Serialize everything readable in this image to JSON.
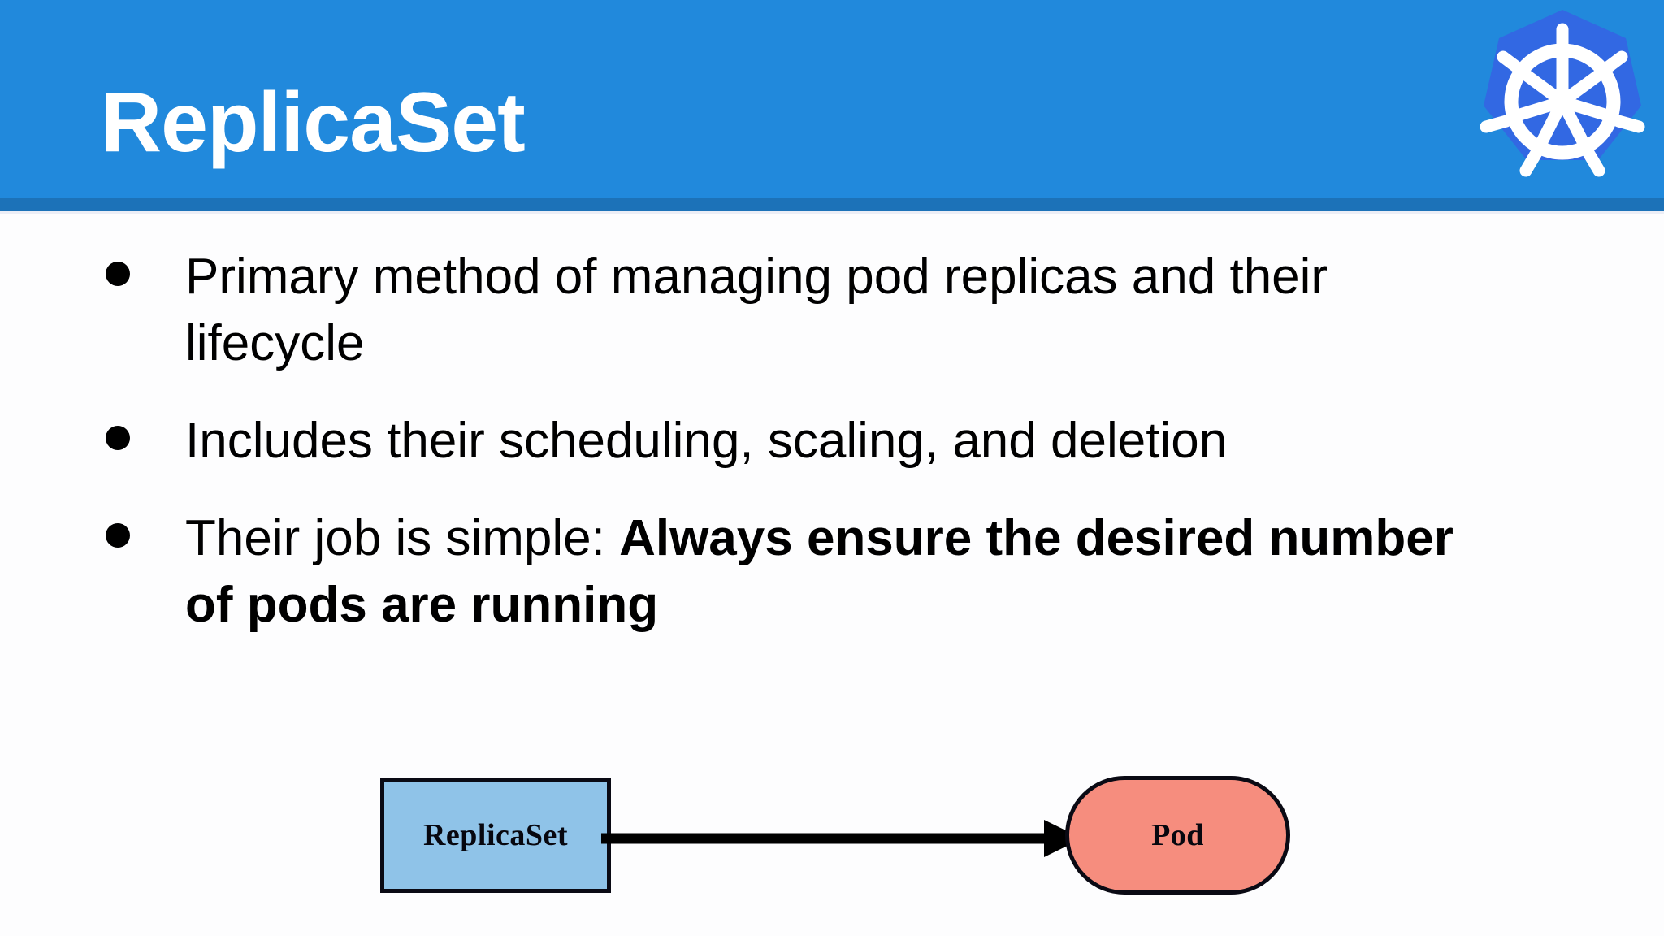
{
  "slide": {
    "title": "ReplicaSet",
    "header_bg": "#2189dc",
    "header_accent": "#1c72b8",
    "body_bg": "#fdfdfe",
    "logo_icon": "kubernetes-logo-icon"
  },
  "bullets": [
    {
      "marker": "bullet-dot",
      "text": "Primary method of managing pod replicas and their lifecycle",
      "bold_text": ""
    },
    {
      "marker": "bullet-dot",
      "text": "Includes their scheduling, scaling, and deletion",
      "bold_text": ""
    },
    {
      "marker": "bullet-dot",
      "text": "Their job is simple: ",
      "bold_text": "Always ensure the desired number of pods are running"
    }
  ],
  "diagram": {
    "type": "flow",
    "nodes": [
      {
        "id": "replicaset",
        "label": "ReplicaSet",
        "shape": "rectangle",
        "fill": "#8fc3e8",
        "stroke": "#0a0a14"
      },
      {
        "id": "pod",
        "label": "Pod",
        "shape": "stadium",
        "fill": "#f68d7e",
        "stroke": "#0a0a14"
      }
    ],
    "edges": [
      {
        "from": "replicaset",
        "to": "pod",
        "style": "solid-arrow",
        "color": "#000000",
        "label": ""
      }
    ]
  }
}
